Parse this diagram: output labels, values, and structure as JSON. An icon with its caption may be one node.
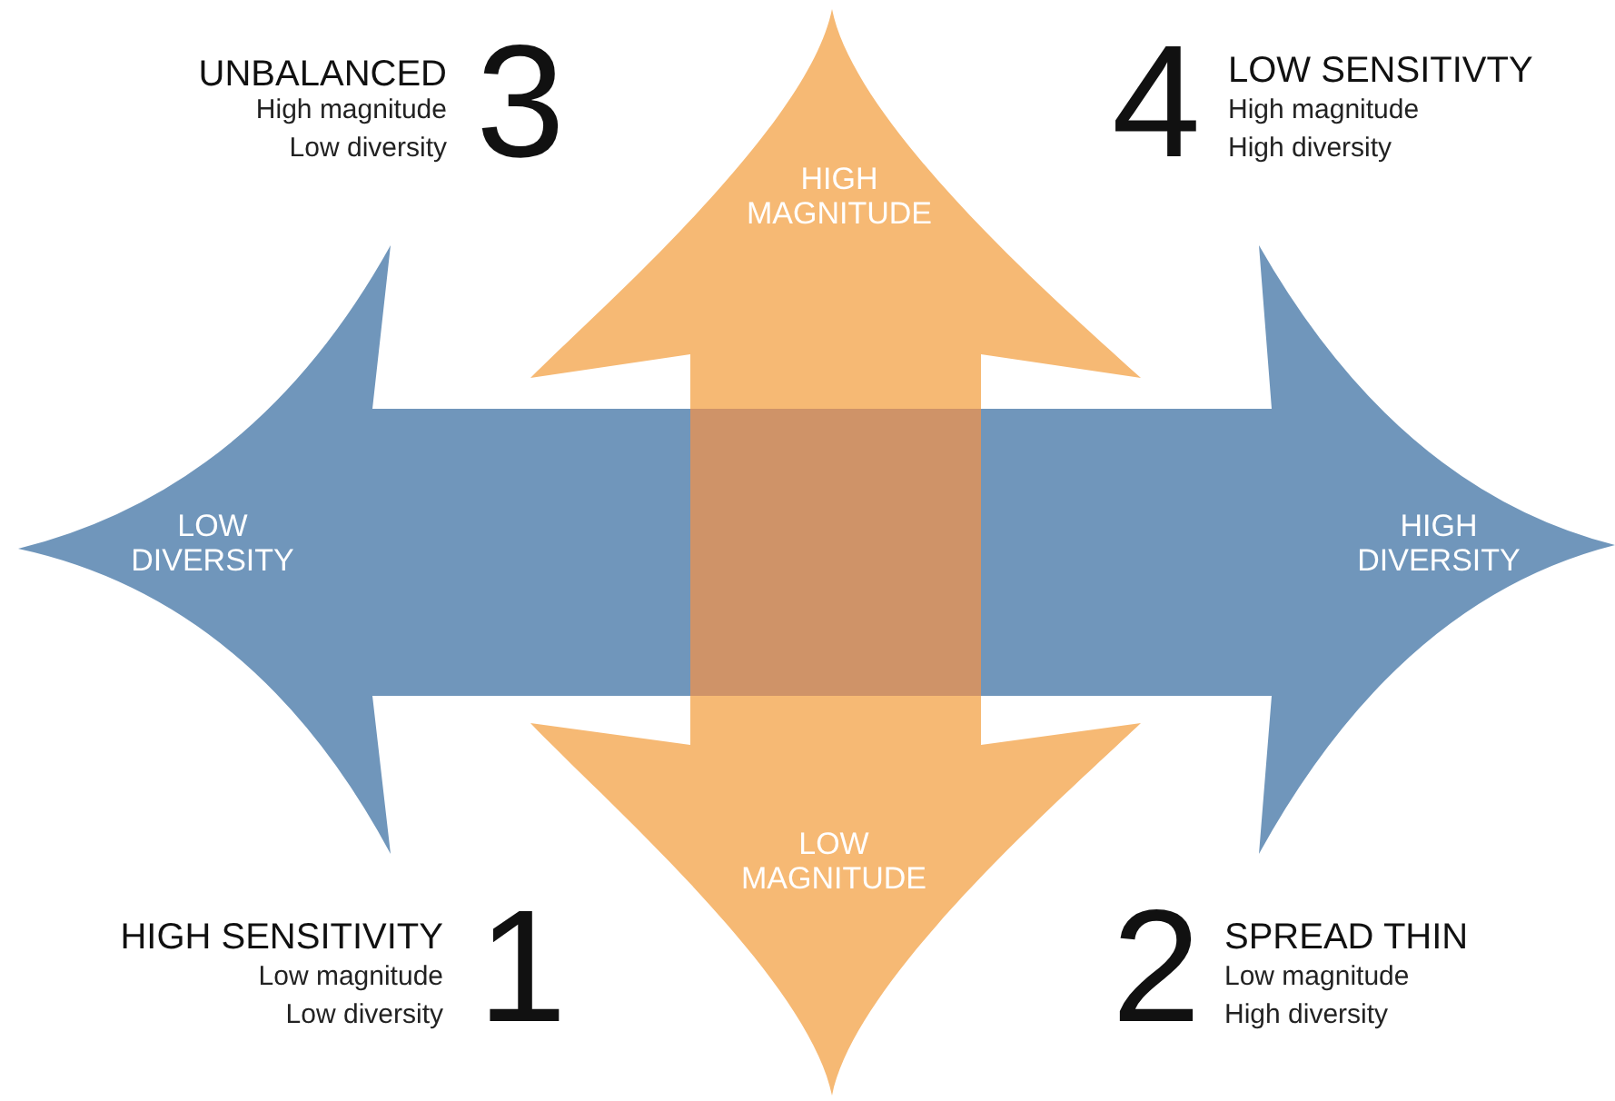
{
  "diagram": {
    "labels": [
      "UNBALANCED",
      "High magnitude",
      "Low diversity",
      "3",
      "HIGH MAGNITUDE",
      "4",
      "LOW SENSITIVTY",
      "High magnitude",
      "High diversity",
      "LOW DIVERSITY",
      "HIGH DIVERSITY",
      "LOW MAGNITUDE",
      "HIGH SENSITIVITY",
      "Low magnitude",
      "Low diversity",
      "1",
      "2",
      "SPREAD THIN",
      "Low magnitude",
      "High diversity"
    ]
  }
}
